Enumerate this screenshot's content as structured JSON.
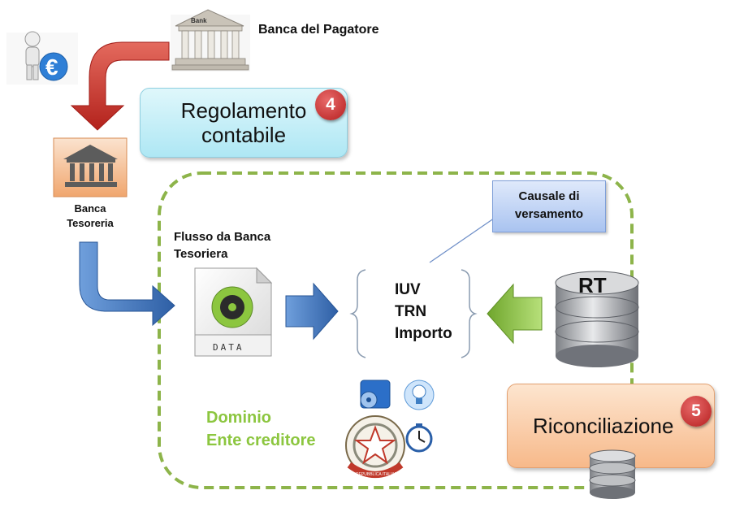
{
  "labels": {
    "bank_caption": "Bank",
    "banca_pagatore": "Banca  del Pagatore",
    "banca_tesoreria_line1": "Banca",
    "banca_tesoreria_line2": "Tesoreria",
    "flusso_line1": "Flusso da Banca",
    "flusso_line2": "Tesoriera",
    "data_caption": "DATA",
    "rt": "RT",
    "euro_symbol": "€",
    "seal_text": "REPUBBLICA ITALIANA"
  },
  "regolamento": {
    "line1": "Regolamento",
    "line2": "contabile",
    "step": "4"
  },
  "riconciliazione": {
    "label": "Riconciliazione",
    "step": "5"
  },
  "causale": {
    "line1": "Causale di",
    "line2": "versamento"
  },
  "fields": [
    "IUV",
    "TRN",
    "Importo"
  ],
  "dominio": {
    "line1": "Dominio",
    "line2": "Ente creditore"
  },
  "colors": {
    "red_arrow": "#c9302c",
    "blue_arrow": "#3a70b8",
    "green_arrow": "#8cc63f",
    "domain_border": "#8db44a",
    "domain_text": "#8cc63f",
    "regolamento_fill": "#c9f0f8",
    "riconciliazione_fill": "#fbcda4",
    "badge": "#c62828"
  }
}
